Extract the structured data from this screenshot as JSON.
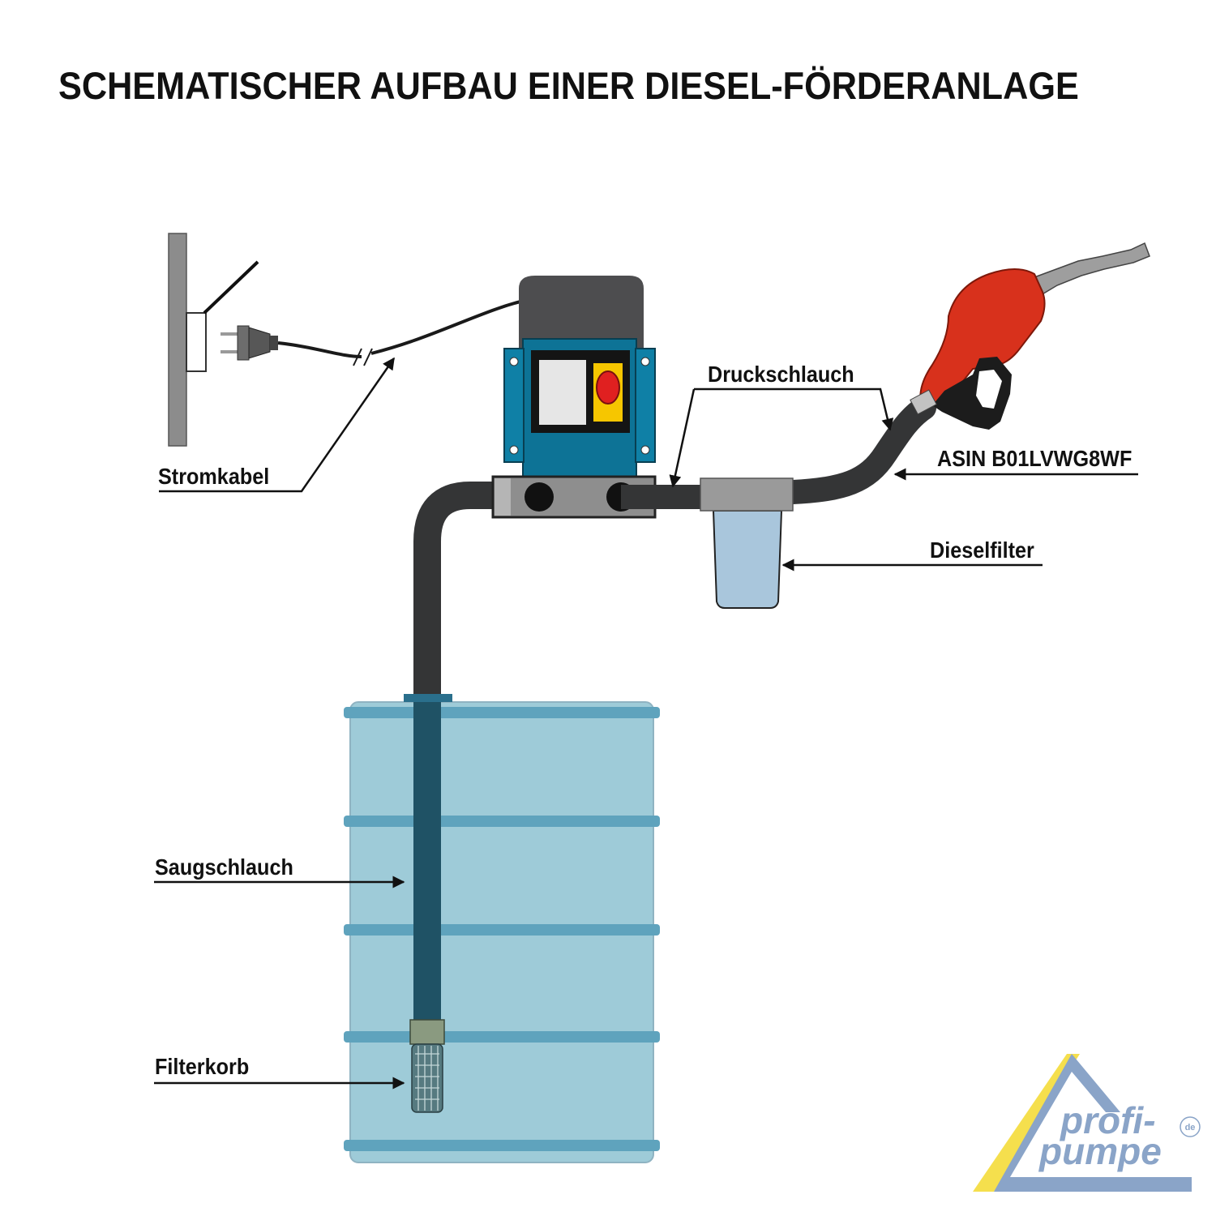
{
  "title": "SCHEMATISCHER AUFBAU EINER DIESEL-FÖRDERANLAGE",
  "labels": {
    "stromkabel": "Stromkabel",
    "druckschlauch": "Druckschlauch",
    "asin": "ASIN B01LVWG8WF",
    "dieselfilter": "Dieselfilter",
    "saugschlauch": "Saugschlauch",
    "filterkorb": "Filterkorb"
  },
  "logo": {
    "line1": "profi-",
    "line2": "pumpe",
    "tld": "de"
  },
  "colors": {
    "hose": "#343536",
    "pump_body": "#0d7396",
    "motor_cap": "#4d4d4f",
    "nozzle": "#d8311c",
    "barrel": "#9ecbd8",
    "barrel_ring": "#5fa3bd",
    "filter_cup": "#a9c6dc",
    "logo_blue": "#8aa4c8",
    "logo_yellow": "#f5df4d"
  }
}
